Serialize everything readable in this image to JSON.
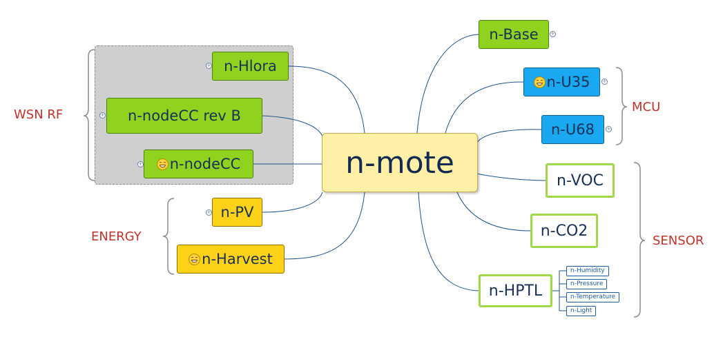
{
  "center": {
    "label": "n-mote"
  },
  "groups": {
    "wsn_rf": "WSN RF",
    "mcu": "MCU",
    "energy": "ENERGY",
    "sensor": "SENSOR"
  },
  "nodes": {
    "base": "n-Base",
    "u35": "n-U35",
    "u68": "n-U68",
    "voc": "n-VOC",
    "co2": "n-CO2",
    "hptl": "n-HPTL",
    "hlora": "n-Hlora",
    "nodecc_rev_b": "n-nodeCC rev B",
    "nodecc": "n-nodeCC",
    "pv": "n-PV",
    "harvest": "n-Harvest"
  },
  "hptl_children": [
    "n-Humidity",
    "n-Pressure",
    "n-Temperature",
    "n-Light"
  ],
  "icons": {
    "emoji": "smiley-emoji-icon",
    "expander": "expand-plus-icon"
  },
  "colors": {
    "green": "#8fd21f",
    "blue": "#1aa8f0",
    "yellow": "#ffd21a",
    "center": "#fff0a8",
    "connector": "#1f4f8a",
    "group_label": "#c0322a"
  }
}
